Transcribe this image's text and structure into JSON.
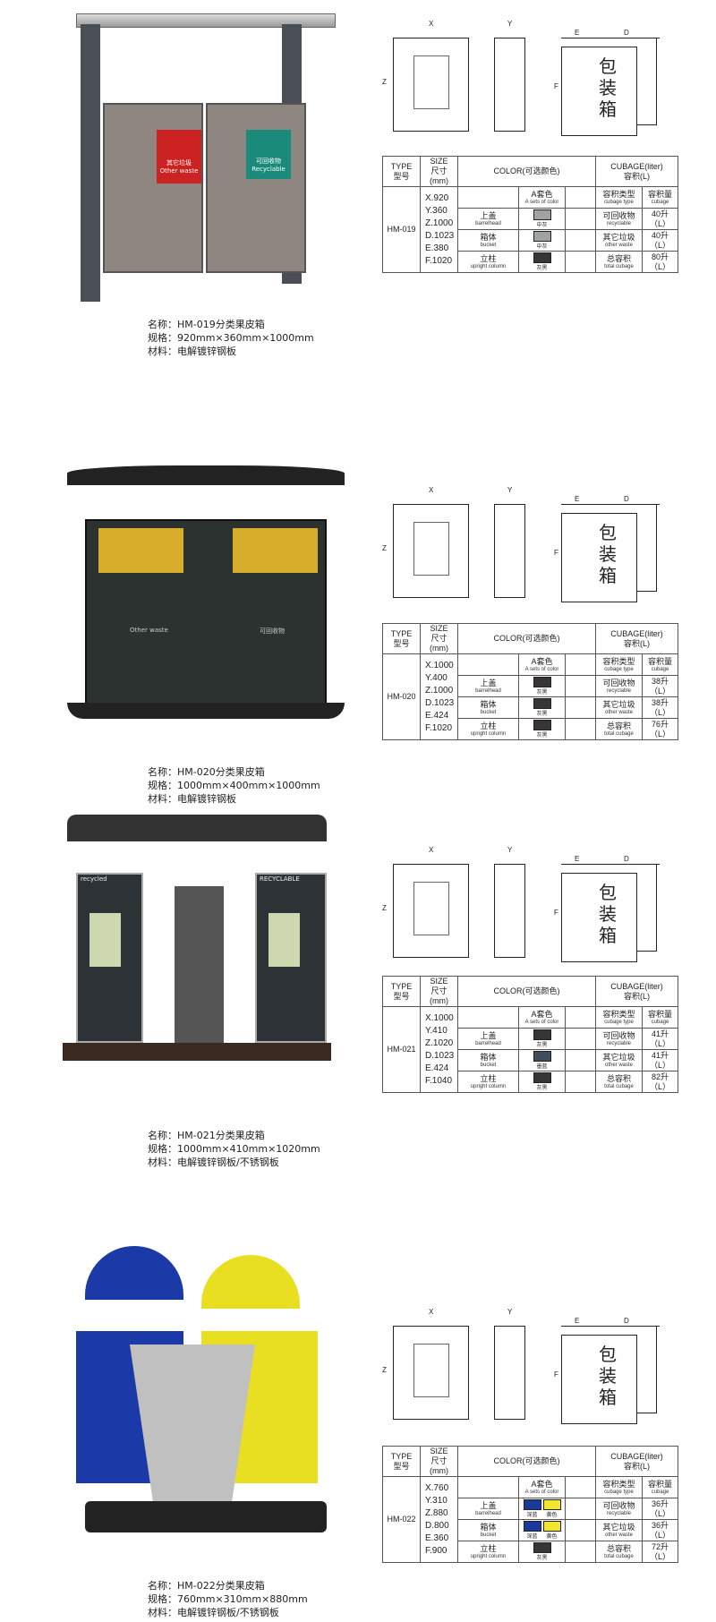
{
  "products": [
    {
      "name": "名称：HM-019分类果皮箱",
      "spec": "规格：920mm×360mm×1000mm",
      "material": "材料：电解镀锌钢板",
      "photo_labels": [
        "其它垃圾",
        "Other waste",
        "可回收物",
        "Recyclable"
      ],
      "diagram": {
        "x": "X",
        "y": "Y",
        "z": "Z",
        "e": "E",
        "d": "D",
        "f": "F",
        "pack": "包装箱"
      },
      "table": {
        "type": "HM-019",
        "sizes": [
          "X.920",
          "Y.360",
          "Z.1000",
          "D.1023",
          "E.380",
          "F.1020"
        ],
        "colors": [
          {
            "part": "上盖",
            "part_en": "barrelhead",
            "swatches": [
              {
                "color": "#9ea3a6",
                "label": "中灰"
              }
            ]
          },
          {
            "part": "箱体",
            "part_en": "bucket",
            "swatches": [
              {
                "color": "#9ea3a6",
                "label": "中灰"
              }
            ]
          },
          {
            "part": "立柱",
            "part_en": "upright column",
            "swatches": [
              {
                "color": "#3a3535",
                "label": "灰黑"
              }
            ]
          }
        ],
        "cubage": [
          {
            "type": "可回收物",
            "type_en": "recyclable",
            "value": "40升（L）"
          },
          {
            "type": "其它垃圾",
            "type_en": "other waste",
            "value": "40升（L）"
          },
          {
            "type": "总容积",
            "type_en": "total cubage",
            "value": "80升（L）"
          }
        ]
      }
    },
    {
      "name": "名称：HM-020分类果皮箱",
      "spec": "规格：1000mm×400mm×1000mm",
      "material": "材料：电解镀锌钢板",
      "photo_labels": [
        "Other waste",
        "可回收物"
      ],
      "diagram": {
        "x": "X",
        "y": "Y",
        "z": "Z",
        "e": "E",
        "d": "D",
        "f": "F",
        "pack": "包装箱"
      },
      "table": {
        "type": "HM-020",
        "sizes": [
          "X.1000",
          "Y.400",
          "Z.1000",
          "D.1023",
          "E.424",
          "F.1020"
        ],
        "colors": [
          {
            "part": "上盖",
            "part_en": "barrelhead",
            "swatches": [
              {
                "color": "#3a3535",
                "label": "灰黑"
              }
            ]
          },
          {
            "part": "箱体",
            "part_en": "bucket",
            "swatches": [
              {
                "color": "#3a3535",
                "label": "灰黑"
              }
            ]
          },
          {
            "part": "立柱",
            "part_en": "upright column",
            "swatches": [
              {
                "color": "#3a3535",
                "label": "灰黑"
              }
            ]
          }
        ],
        "cubage": [
          {
            "type": "可回收物",
            "type_en": "recyclable",
            "value": "38升（L）"
          },
          {
            "type": "其它垃圾",
            "type_en": "other waste",
            "value": "38升（L）"
          },
          {
            "type": "总容积",
            "type_en": "total cubage",
            "value": "76升（L）"
          }
        ]
      }
    },
    {
      "name": "名称：HM-021分类果皮箱",
      "spec": "规格：1000mm×410mm×1020mm",
      "material": "材料：电解镀锌钢板/不锈钢板",
      "photo_labels": [
        "recycled",
        "RECYCLABLE"
      ],
      "diagram": {
        "x": "X",
        "y": "Y",
        "z": "Z",
        "e": "E",
        "d": "D",
        "f": "F",
        "pack": "包装箱"
      },
      "table": {
        "type": "HM-021",
        "sizes": [
          "X.1000",
          "Y.410",
          "Z.1020",
          "D.1023",
          "E.424",
          "F.1040"
        ],
        "colors": [
          {
            "part": "上盖",
            "part_en": "barrelhead",
            "swatches": [
              {
                "color": "#3a3535",
                "label": "灰黑"
              }
            ]
          },
          {
            "part": "箱体",
            "part_en": "bucket",
            "swatches": [
              {
                "color": "#3f4d5c",
                "label": "墨蓝"
              }
            ]
          },
          {
            "part": "立柱",
            "part_en": "upright column",
            "swatches": [
              {
                "color": "#3a3535",
                "label": "灰黑"
              }
            ]
          }
        ],
        "cubage": [
          {
            "type": "可回收物",
            "type_en": "recyclable",
            "value": "41升（L）"
          },
          {
            "type": "其它垃圾",
            "type_en": "other waste",
            "value": "41升（L）"
          },
          {
            "type": "总容积",
            "type_en": "total cubage",
            "value": "82升（L）"
          }
        ]
      }
    },
    {
      "name": "名称：HM-022分类果皮箱",
      "spec": "规格：760mm×310mm×880mm",
      "material": "材料：电解镀锌钢板/不锈钢板",
      "photo_labels": [],
      "diagram": {
        "x": "X",
        "y": "Y",
        "z": "Z",
        "e": "E",
        "d": "D",
        "f": "F",
        "pack": "包装箱"
      },
      "table": {
        "type": "HM-022",
        "sizes": [
          "X.760",
          "Y.310",
          "Z.880",
          "D.800",
          "E.360",
          "F.900"
        ],
        "colors": [
          {
            "part": "上盖",
            "part_en": "barrelhead",
            "swatches": [
              {
                "color": "#1a3a9a",
                "label": "深蓝"
              },
              {
                "color": "#f2e630",
                "label": "黄色"
              }
            ]
          },
          {
            "part": "箱体",
            "part_en": "bucket",
            "swatches": [
              {
                "color": "#1a3a9a",
                "label": "深蓝"
              },
              {
                "color": "#f2e630",
                "label": "黄色"
              }
            ]
          },
          {
            "part": "立柱",
            "part_en": "upright column",
            "swatches": [
              {
                "color": "#3a3535",
                "label": "灰黑"
              }
            ]
          }
        ],
        "cubage": [
          {
            "type": "可回收物",
            "type_en": "recyclable",
            "value": "36升（L）"
          },
          {
            "type": "其它垃圾",
            "type_en": "other waste",
            "value": "36升（L）"
          },
          {
            "type": "总容积",
            "type_en": "total cubage",
            "value": "72升（L）"
          }
        ]
      }
    }
  ],
  "table_header": {
    "type": "TYPE",
    "type_cn": "型号",
    "size": "SIZE",
    "size_cn": "尺寸(mm)",
    "color": "COLOR(可选颜色)",
    "cubage": "CUBAGE(liter)",
    "cubage_cn": "容积(L)",
    "set": "A套色",
    "set_en": "A sets of color",
    "cubage_type": "容积类型",
    "cubage_type_en": "cubage type",
    "cubage_amount": "容积量",
    "cubage_amount_en": "cubage"
  }
}
